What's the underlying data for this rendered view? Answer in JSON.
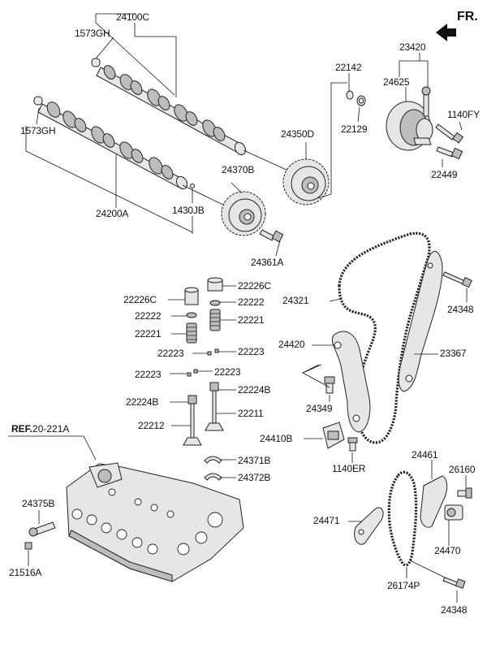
{
  "header": {
    "direction_label": "FR."
  },
  "labels": {
    "p24100C": "24100C",
    "p1573GH_top": "1573GH",
    "p1573GH_left": "1573GH",
    "p24200A": "24200A",
    "p1430JB": "1430JB",
    "p24370B": "24370B",
    "p24361A": "24361A",
    "p24350D": "24350D",
    "p22142": "22142",
    "p23420": "23420",
    "p24625": "24625",
    "p22129": "22129",
    "p1140FY": "1140FY",
    "p22449": "22449",
    "p22226C_left": "22226C",
    "p22226C_right": "22226C",
    "p22222_left": "22222",
    "p22222_right": "22222",
    "p22221_left": "22221",
    "p22221_right": "22221",
    "p22223_a": "22223",
    "p22223_b": "22223",
    "p22223_c": "22223",
    "p22223_d": "22223",
    "p22224B_left": "22224B",
    "p22224B_right": "22224B",
    "p22212": "22212",
    "p22211": "22211",
    "p24371B": "24371B",
    "p24372B": "24372B",
    "p24321": "24321",
    "p24348_top": "24348",
    "p24420": "24420",
    "p23367": "23367",
    "p24349": "24349",
    "p24410B": "24410B",
    "p1140ER": "1140ER",
    "p24461": "24461",
    "p26160": "26160",
    "p24471": "24471",
    "p24470": "24470",
    "p26174P": "26174P",
    "p24348_bottom": "24348",
    "p24375B": "24375B",
    "p21516A": "21516A"
  },
  "reference": {
    "prefix": "REF.",
    "number": "20-221A"
  }
}
